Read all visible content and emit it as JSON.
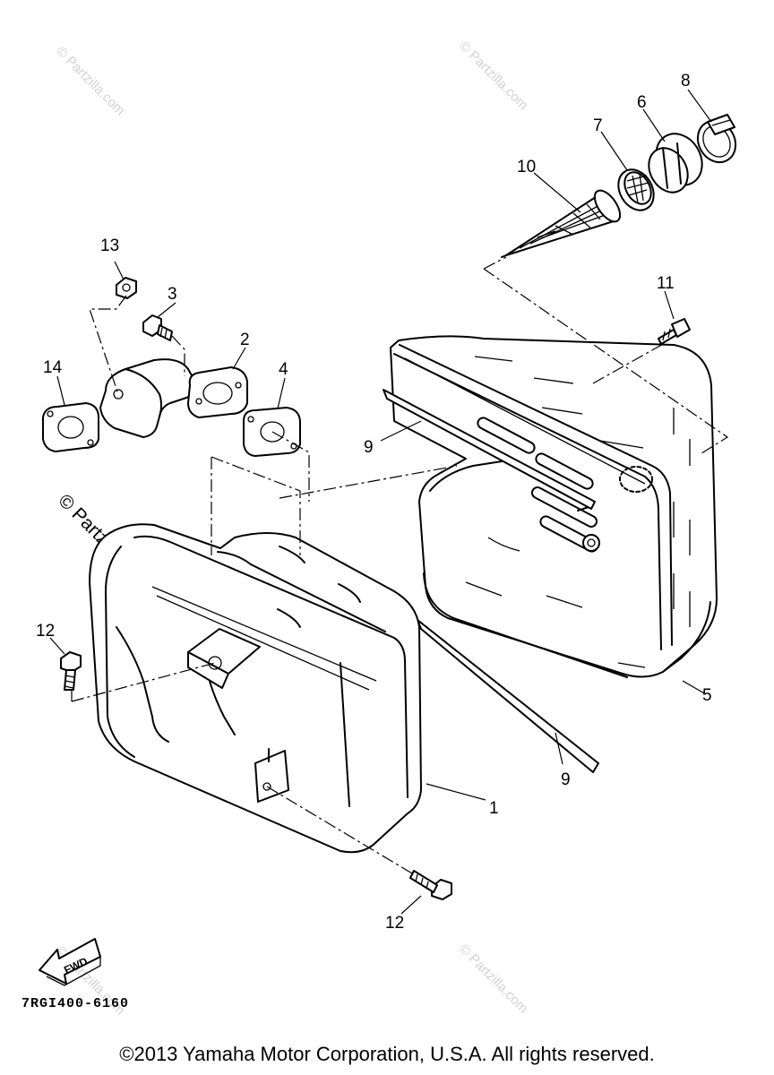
{
  "callouts": [
    {
      "id": "1",
      "text": "1"
    },
    {
      "id": "2",
      "text": "2"
    },
    {
      "id": "3",
      "text": "3"
    },
    {
      "id": "4",
      "text": "4"
    },
    {
      "id": "5",
      "text": "5"
    },
    {
      "id": "6",
      "text": "6"
    },
    {
      "id": "7",
      "text": "7"
    },
    {
      "id": "8",
      "text": "8"
    },
    {
      "id": "9a",
      "text": "9"
    },
    {
      "id": "9b",
      "text": "9"
    },
    {
      "id": "10",
      "text": "10"
    },
    {
      "id": "11",
      "text": "11"
    },
    {
      "id": "12a",
      "text": "12"
    },
    {
      "id": "12b",
      "text": "12"
    },
    {
      "id": "13",
      "text": "13"
    },
    {
      "id": "14",
      "text": "14"
    }
  ],
  "watermark": {
    "text": "© Partzilla.com"
  },
  "fwd_label": "FWD",
  "figure_code": "7RGI400-6160",
  "copyright": "©2013 Yamaha Motor Corporation, U.S.A. All rights reserved."
}
